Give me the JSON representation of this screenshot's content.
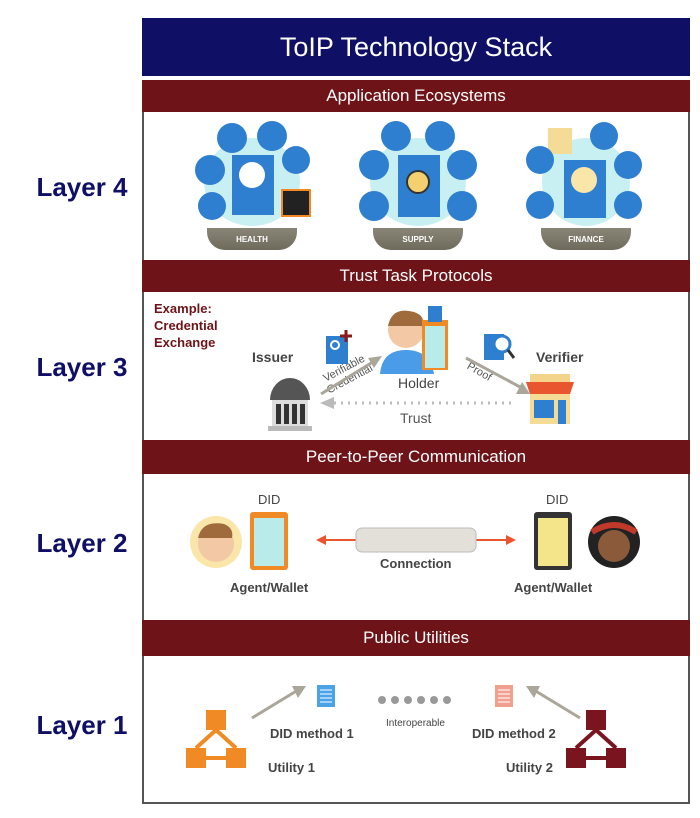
{
  "title": "ToIP Technology Stack",
  "layers": [
    {
      "label": "Layer 4",
      "bar": "Application Ecosystems",
      "ecosystems": [
        "HEALTH",
        "SUPPLY",
        "FINANCE"
      ]
    },
    {
      "label": "Layer 3",
      "bar": "Trust Task Protocols",
      "example": "Example: Credential Exchange",
      "issuer": "Issuer",
      "holder": "Holder",
      "verifier": "Verifier",
      "vc": "Verifiable Credential",
      "proof": "Proof",
      "trust": "Trust"
    },
    {
      "label": "Layer 2",
      "bar": "Peer-to-Peer Communication",
      "did_left": "DID",
      "did_right": "DID",
      "agent_left": "Agent/Wallet",
      "agent_right": "Agent/Wallet",
      "connection": "Connection"
    },
    {
      "label": "Layer 1",
      "bar": "Public Utilities",
      "method1": "DID method 1",
      "method2": "DID method 2",
      "utility1": "Utility 1",
      "utility2": "Utility 2",
      "interop": "Interoperable"
    }
  ],
  "colors": {
    "title": "#0f0f66",
    "bar": "#6e1419",
    "accent_blue": "#2f7fd1",
    "orange": "#f08a24",
    "maroon": "#7a1520"
  }
}
